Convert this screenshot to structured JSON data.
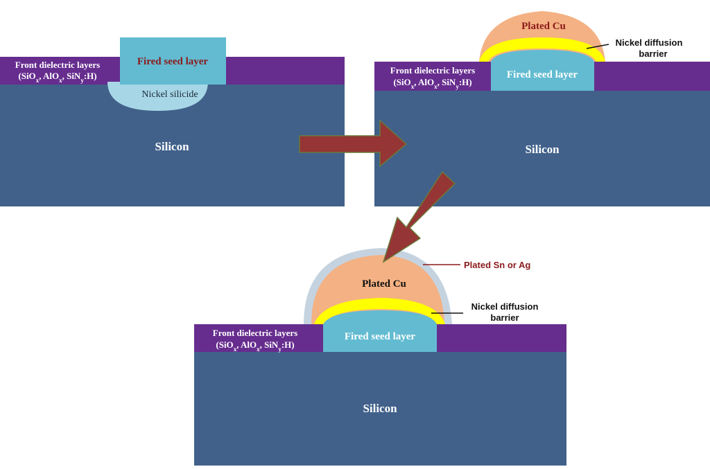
{
  "colors": {
    "silicon": "#41618a",
    "dielectric": "#662d8e",
    "seed": "#62bbd1",
    "nickel_silicide": "#a7d7e6",
    "copper": "#f4b183",
    "nickel_barrier": "#ffff00",
    "tin_silver": "#c5d3e0",
    "arrow": "#953535"
  },
  "panel1": {
    "silicon": "Silicon",
    "dielectric_line1": "Front dielectric layers",
    "dielectric_line2": "(SiOx, AlOx, SiNy:H)",
    "seed": "Fired seed layer",
    "silicide": "Nickel silicide"
  },
  "panel2": {
    "silicon": "Silicon",
    "dielectric_line1": "Front dielectric layers",
    "dielectric_line2": "(SiOx, AlOx, SiNy:H)",
    "seed": "Fired seed layer",
    "copper": "Plated Cu",
    "barrier_line1": "Nickel diffusion",
    "barrier_line2": "barrier"
  },
  "panel3": {
    "silicon": "Silicon",
    "dielectric_line1": "Front dielectric layers",
    "dielectric_line2": "(SiOx, AlOx, SiNy:H)",
    "seed": "Fired seed layer",
    "copper": "Plated Cu",
    "barrier_line1": "Nickel diffusion",
    "barrier_line2": "barrier",
    "capping": "Plated Sn or Ag"
  },
  "subscripts": {
    "x": "x",
    "y": "y"
  }
}
